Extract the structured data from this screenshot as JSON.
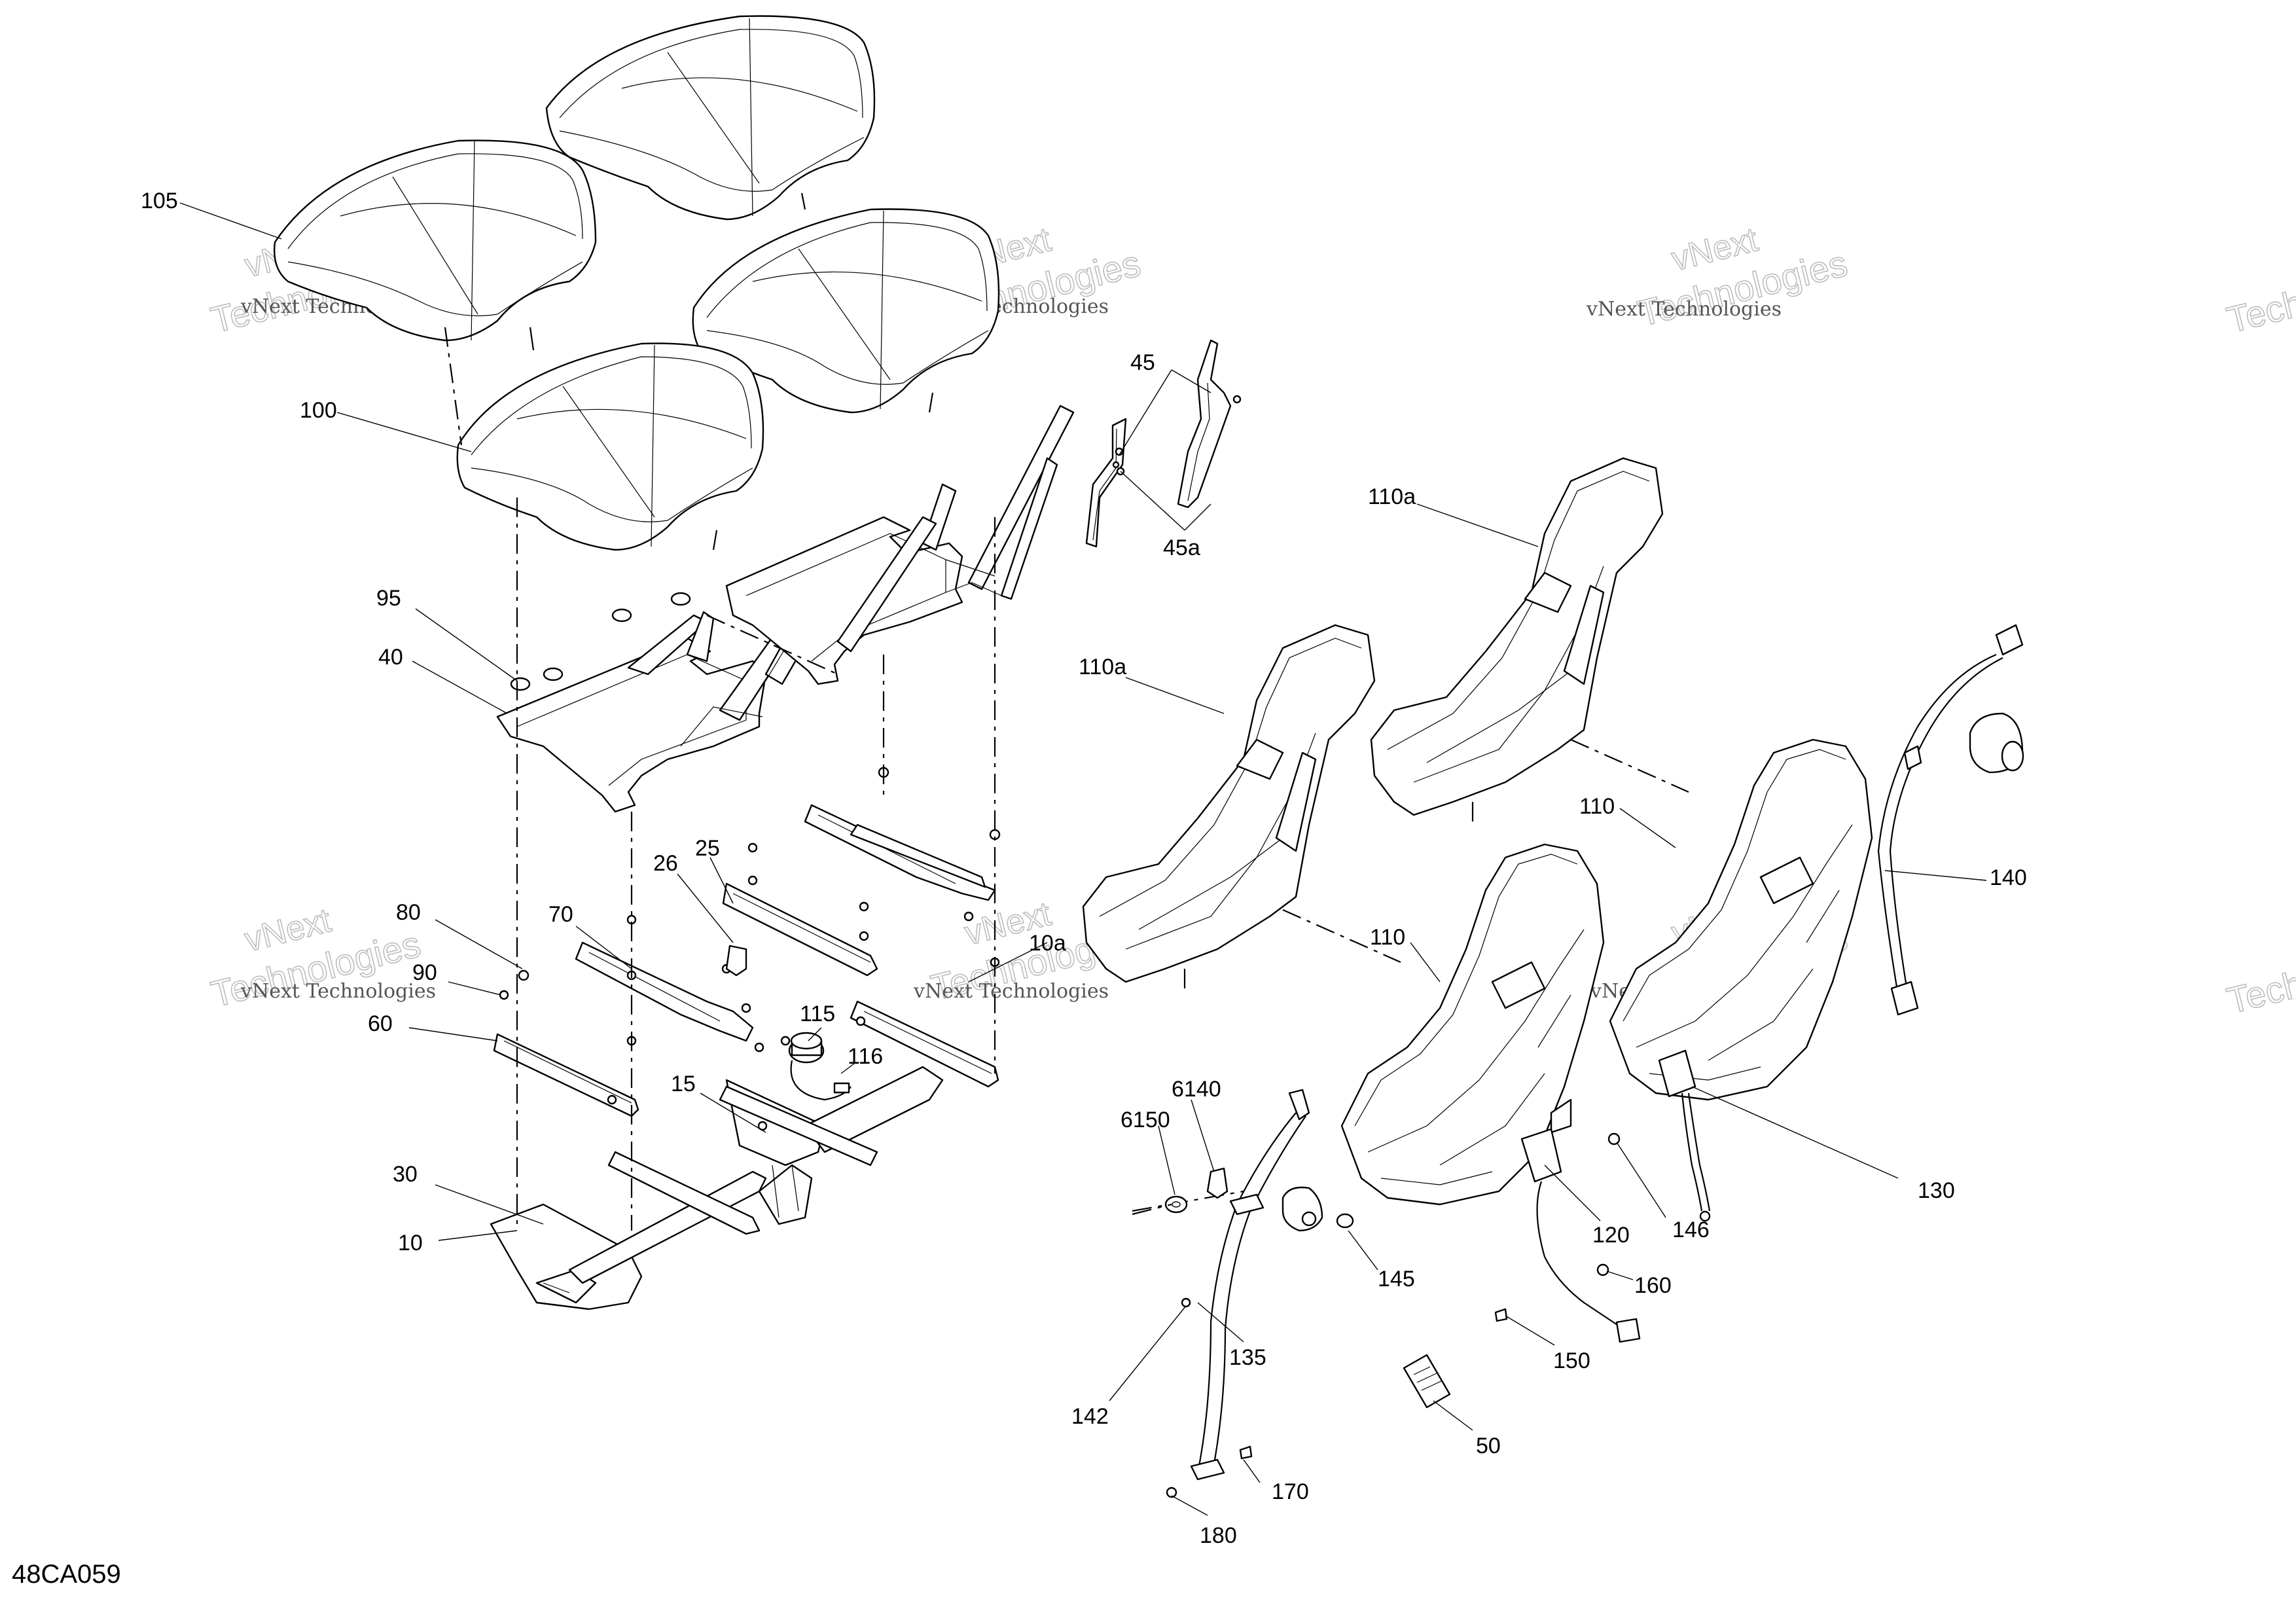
{
  "diagram_code": "48CA059",
  "callouts": [
    "105",
    "100",
    "95",
    "40",
    "45",
    "45a",
    "110a",
    "110a",
    "110",
    "110",
    "140",
    "80",
    "90",
    "60",
    "70",
    "26",
    "25",
    "10a",
    "115",
    "116",
    "15",
    "30",
    "10",
    "6140",
    "6150",
    "145",
    "135",
    "142",
    "170",
    "180",
    "120",
    "146",
    "130",
    "160",
    "150",
    "50"
  ],
  "watermark": {
    "brand": "vNext Technologies",
    "brand_short": "vNext",
    "brand_long": "Technologies"
  }
}
